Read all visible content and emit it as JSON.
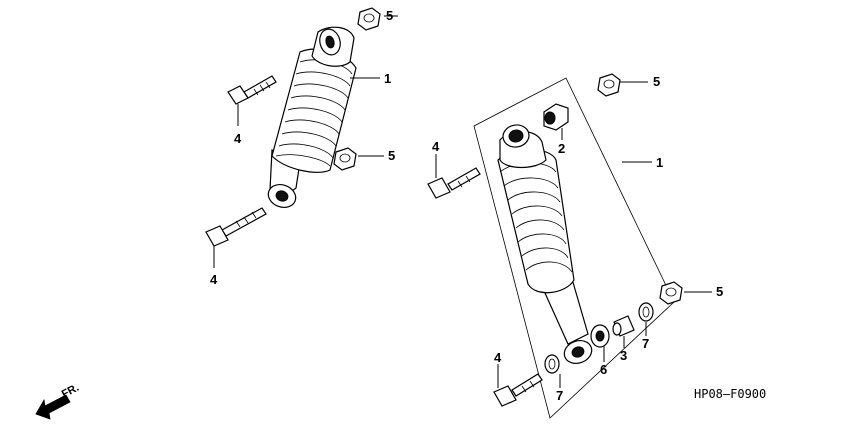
{
  "callouts": {
    "c1a": "1",
    "c1b": "1",
    "c2": "2",
    "c3": "3",
    "c4a": "4",
    "c4b": "4",
    "c4c": "4",
    "c4d": "4",
    "c5a": "5",
    "c5b": "5",
    "c5c": "5",
    "c5d": "5",
    "c6": "6",
    "c7a": "7",
    "c7b": "7"
  },
  "diagram_code": "HP08—F0900",
  "direction_label": "FR.",
  "icons": {
    "direction": "front-arrow-icon"
  }
}
